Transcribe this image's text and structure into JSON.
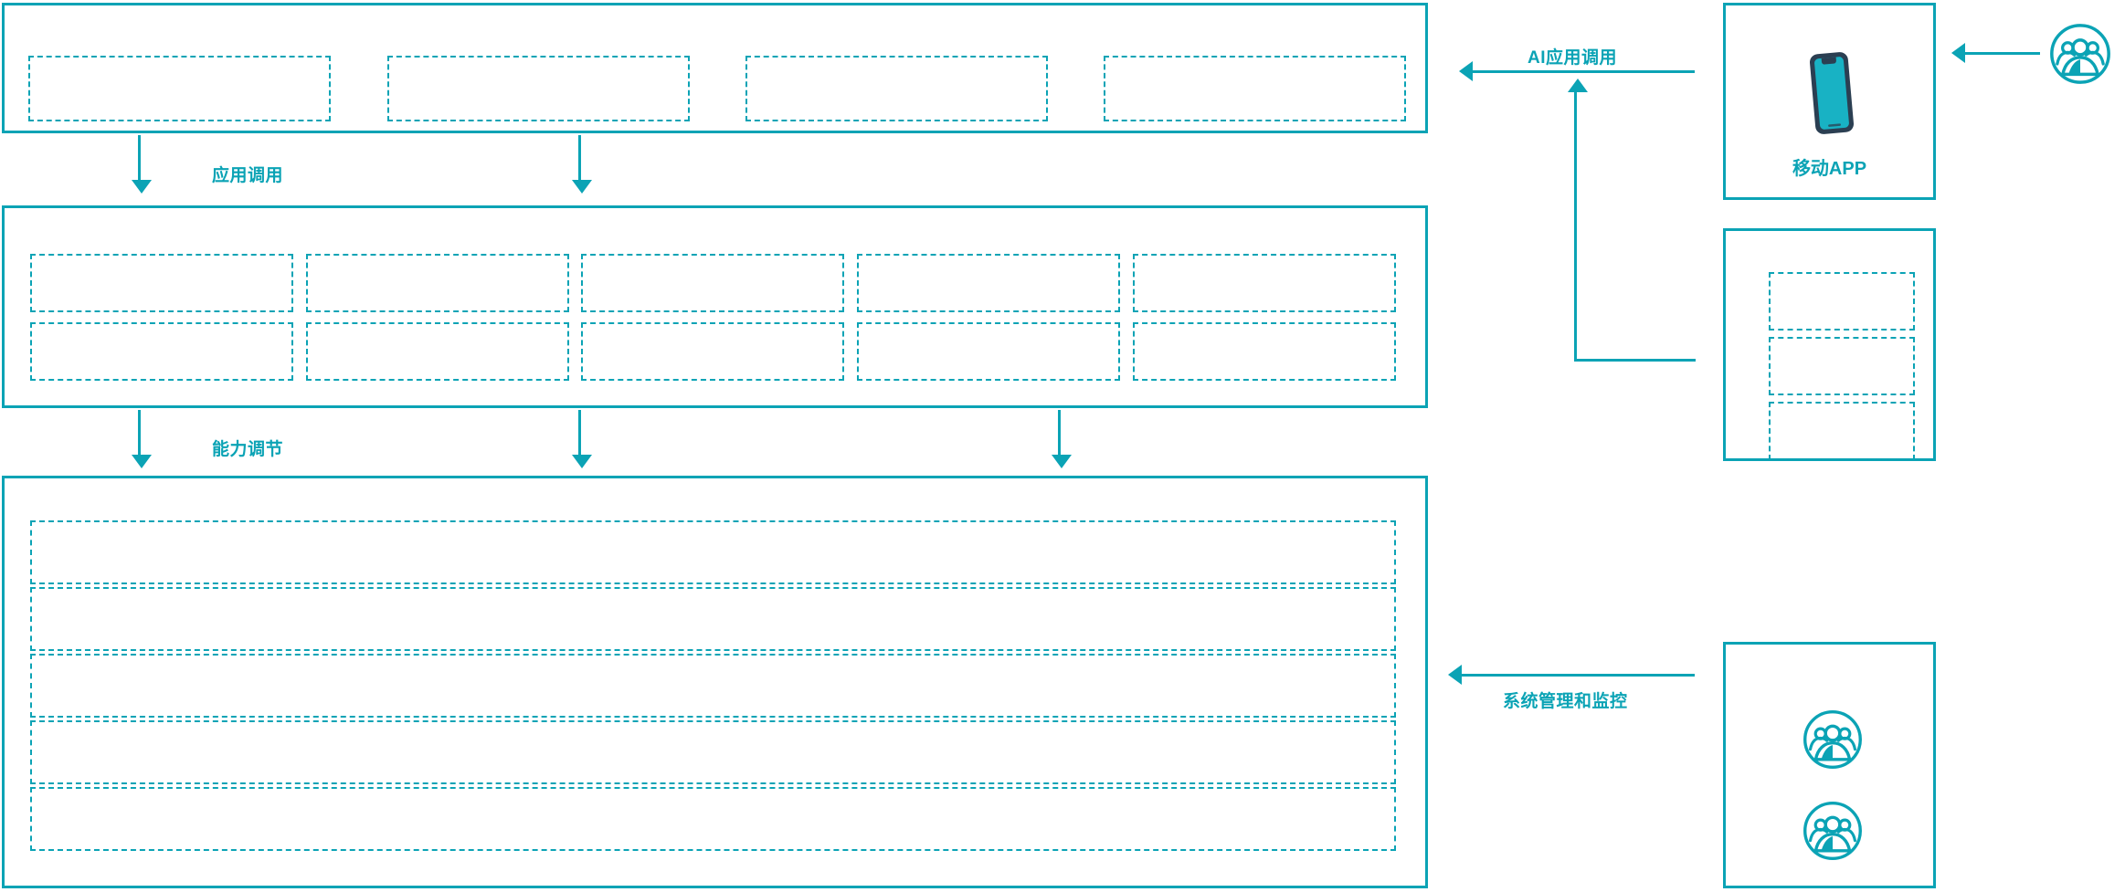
{
  "theme": {
    "accent": "#0BA3B5",
    "phone_frame": "#2B3F52",
    "phone_screen": "#18B2C4",
    "background": "#FFFFFF"
  },
  "layers": {
    "application_layer": {
      "name": "application-layer",
      "cells": [
        "",
        "",
        "",
        ""
      ]
    },
    "capability_layer": {
      "name": "capability-layer",
      "rows": [
        [
          "",
          "",
          "",
          "",
          ""
        ],
        [
          "",
          "",
          "",
          "",
          ""
        ]
      ]
    },
    "platform_layer": {
      "name": "platform-layer",
      "rows": [
        "",
        "",
        "",
        "",
        ""
      ]
    }
  },
  "flows": {
    "app_call": "应用调用",
    "capability_tune": "能力调节",
    "ai_app_call": "AI应用调用",
    "system_manage_monitor": "系统管理和监控"
  },
  "side": {
    "mobile_app": {
      "label": "移动APP",
      "icon": "mobile-phone-icon"
    },
    "module_card": {
      "cells": [
        "",
        "",
        ""
      ]
    },
    "users_card": {
      "icons": [
        "user-group-icon",
        "user-group-icon"
      ]
    },
    "end_user": {
      "icon": "user-group-icon"
    }
  }
}
